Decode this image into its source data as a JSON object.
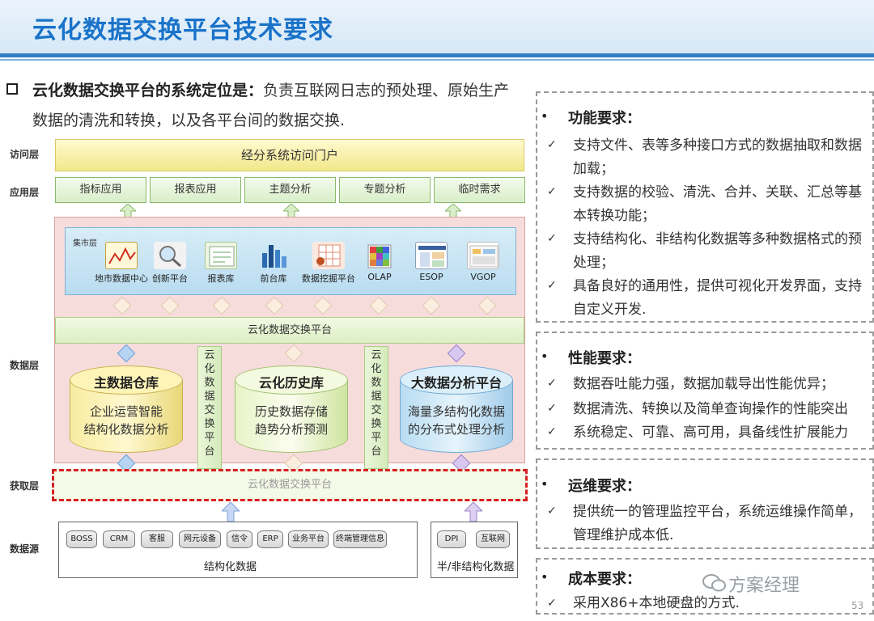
{
  "title": "云化数据交换平台技术要求",
  "intro": {
    "lead": "云化数据交换平台的系统定位是：",
    "text1": "负责互联网日志的预处理、原始生产",
    "text2": "数据的清洗和转换，以及各平台间的数据交换."
  },
  "diagram": {
    "layers": {
      "access": "访问层",
      "app": "应用层",
      "data": "数据层",
      "acquire": "获取层",
      "source": "数据源"
    },
    "portal": "经分系统访问门户",
    "apps": [
      "指标应用",
      "报表应用",
      "主题分析",
      "专题分析",
      "临时需求"
    ],
    "mart_label": "集市层",
    "marts": [
      "地市数据中心",
      "创新平台",
      "报表库",
      "前台库",
      "数据挖掘平台",
      "OLAP",
      "ESOP",
      "VGOP"
    ],
    "exchange": "云化数据交换平台",
    "vertical": "云化数据交换平台",
    "stores": [
      {
        "title": "主数据仓库",
        "line1": "企业运营智能",
        "line2": "结构化数据分析"
      },
      {
        "title": "云化历史库",
        "line1": "历史数据存储",
        "line2": "趋势分析预测"
      },
      {
        "title": "大数据分析平台",
        "line1": "海量多结构化数据",
        "line2": "的分布式处理分析"
      }
    ],
    "acquire_exchange": "云化数据交换平台",
    "structured_sources": [
      "BOSS",
      "CRM",
      "客服",
      "网元设备",
      "信令",
      "ERP",
      "业务平台",
      "终端管理信息"
    ],
    "structured_label": "结构化数据",
    "unstructured_sources": [
      "DPI",
      "互联网"
    ],
    "unstructured_label": "半/非结构化数据"
  },
  "requirements": [
    {
      "head": "功能要求：",
      "items": [
        "支持文件、表等多种接口方式的数据抽取和数据加载；",
        "支持数据的校验、清洗、合并、关联、汇总等基本转换功能；",
        "支持结构化、非结构化数据等多种数据格式的预处理；",
        "具备良好的通用性，提供可视化开发界面，支持自定义开发."
      ]
    },
    {
      "head": "性能要求：",
      "items": [
        "数据吞吐能力强，数据加载导出性能优异；",
        "数据清洗、转换以及简单查询操作的性能突出",
        "系统稳定、可靠、高可用，具备线性扩展能力"
      ]
    },
    {
      "head": "运维要求：",
      "items": [
        "提供统一的管理监控平台，系统运维操作简单，管理维护成本低."
      ]
    },
    {
      "head": "成本要求：",
      "items": [
        "采用X86+本地硬盘的方式."
      ]
    }
  ],
  "bullet_dot": "•",
  "check_mark": "✓",
  "watermark": "方案经理",
  "page_number": "53",
  "colors": {
    "title": "#1a73c9",
    "header_rule": "#2f7fc8",
    "dashed_red": "#d62020"
  }
}
